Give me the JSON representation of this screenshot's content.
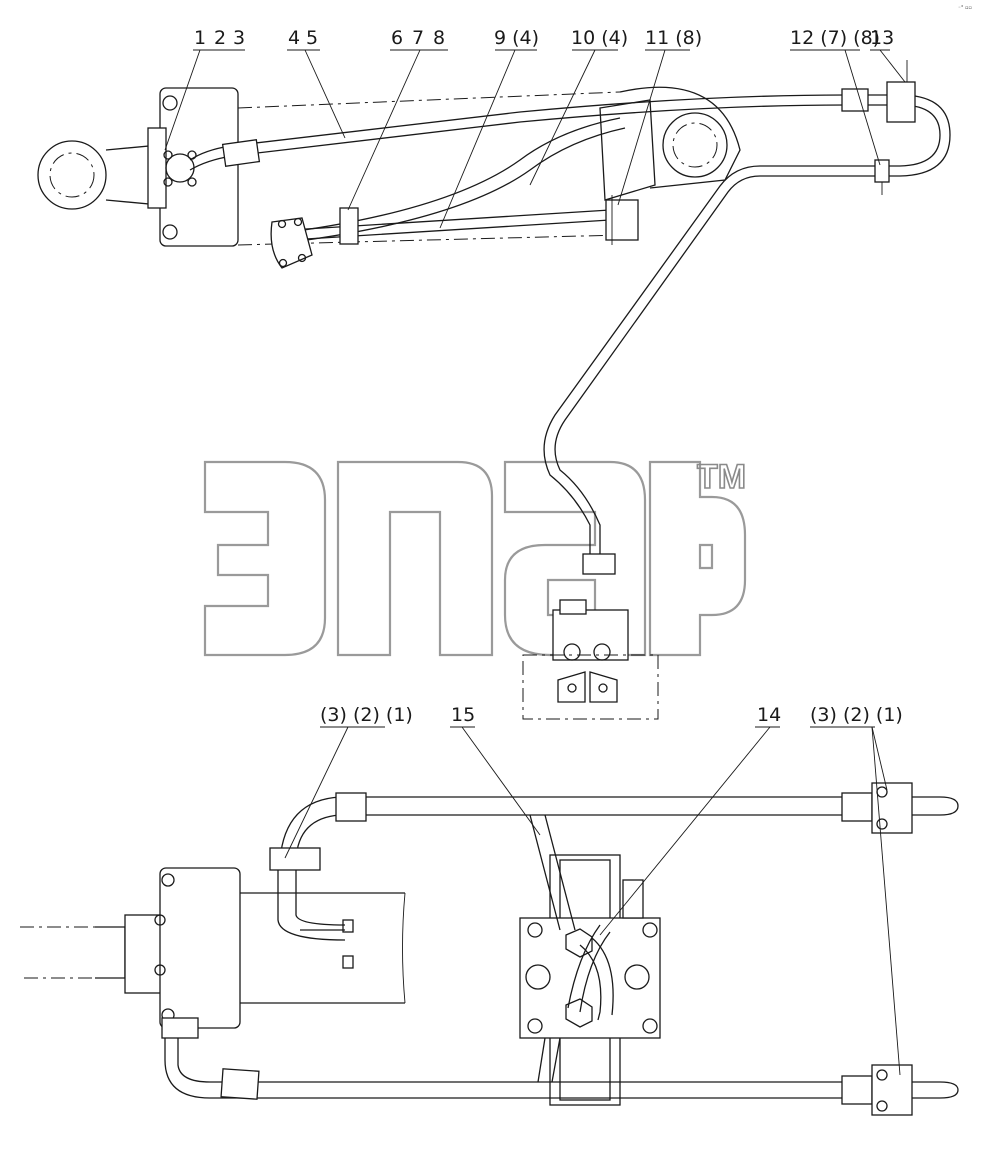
{
  "corner_mark": "◦° ▫▫",
  "watermark": {
    "trademark": "TM"
  },
  "top_view": {
    "callouts": [
      {
        "id": "c1",
        "label": "1"
      },
      {
        "id": "c2",
        "label": "2"
      },
      {
        "id": "c3",
        "label": "3"
      },
      {
        "id": "c4",
        "label": "4"
      },
      {
        "id": "c5",
        "label": "5"
      },
      {
        "id": "c6",
        "label": "6"
      },
      {
        "id": "c7",
        "label": "7"
      },
      {
        "id": "c8",
        "label": "8"
      },
      {
        "id": "c9",
        "label": "9 (4)"
      },
      {
        "id": "c10",
        "label": "10 (4)"
      },
      {
        "id": "c11",
        "label": "11 (8)"
      },
      {
        "id": "c12",
        "label": "12 (7) (8)"
      },
      {
        "id": "c13",
        "label": "13"
      }
    ]
  },
  "bottom_view": {
    "callouts": [
      {
        "id": "b-left",
        "label": "(3) (2) (1)"
      },
      {
        "id": "b15",
        "label": "15"
      },
      {
        "id": "b14",
        "label": "14"
      },
      {
        "id": "b-right",
        "label": "(3) (2) (1)"
      }
    ]
  }
}
